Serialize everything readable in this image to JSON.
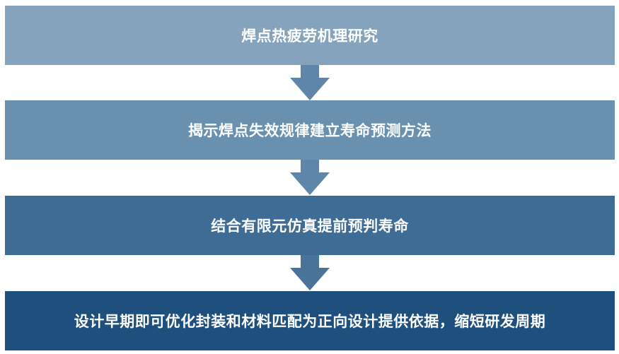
{
  "diagram": {
    "steps": [
      {
        "label": "焊点热疲劳机理研究"
      },
      {
        "label": "揭示焊点失效规律建立寿命预测方法"
      },
      {
        "label": "结合有限元仿真提前预判寿命"
      },
      {
        "label": "设计早期即可优化封装和材料匹配为正向设计提供依据，缩短研发周期"
      }
    ],
    "colors": {
      "step_1": "#85a3bd",
      "step_2": "#6a90b0",
      "step_3": "#3f6c95",
      "step_4": "#1f4f7d",
      "arrow": "#5f86a8",
      "text": "#ffffff"
    },
    "icons": [
      "arrow-down-icon"
    ]
  }
}
